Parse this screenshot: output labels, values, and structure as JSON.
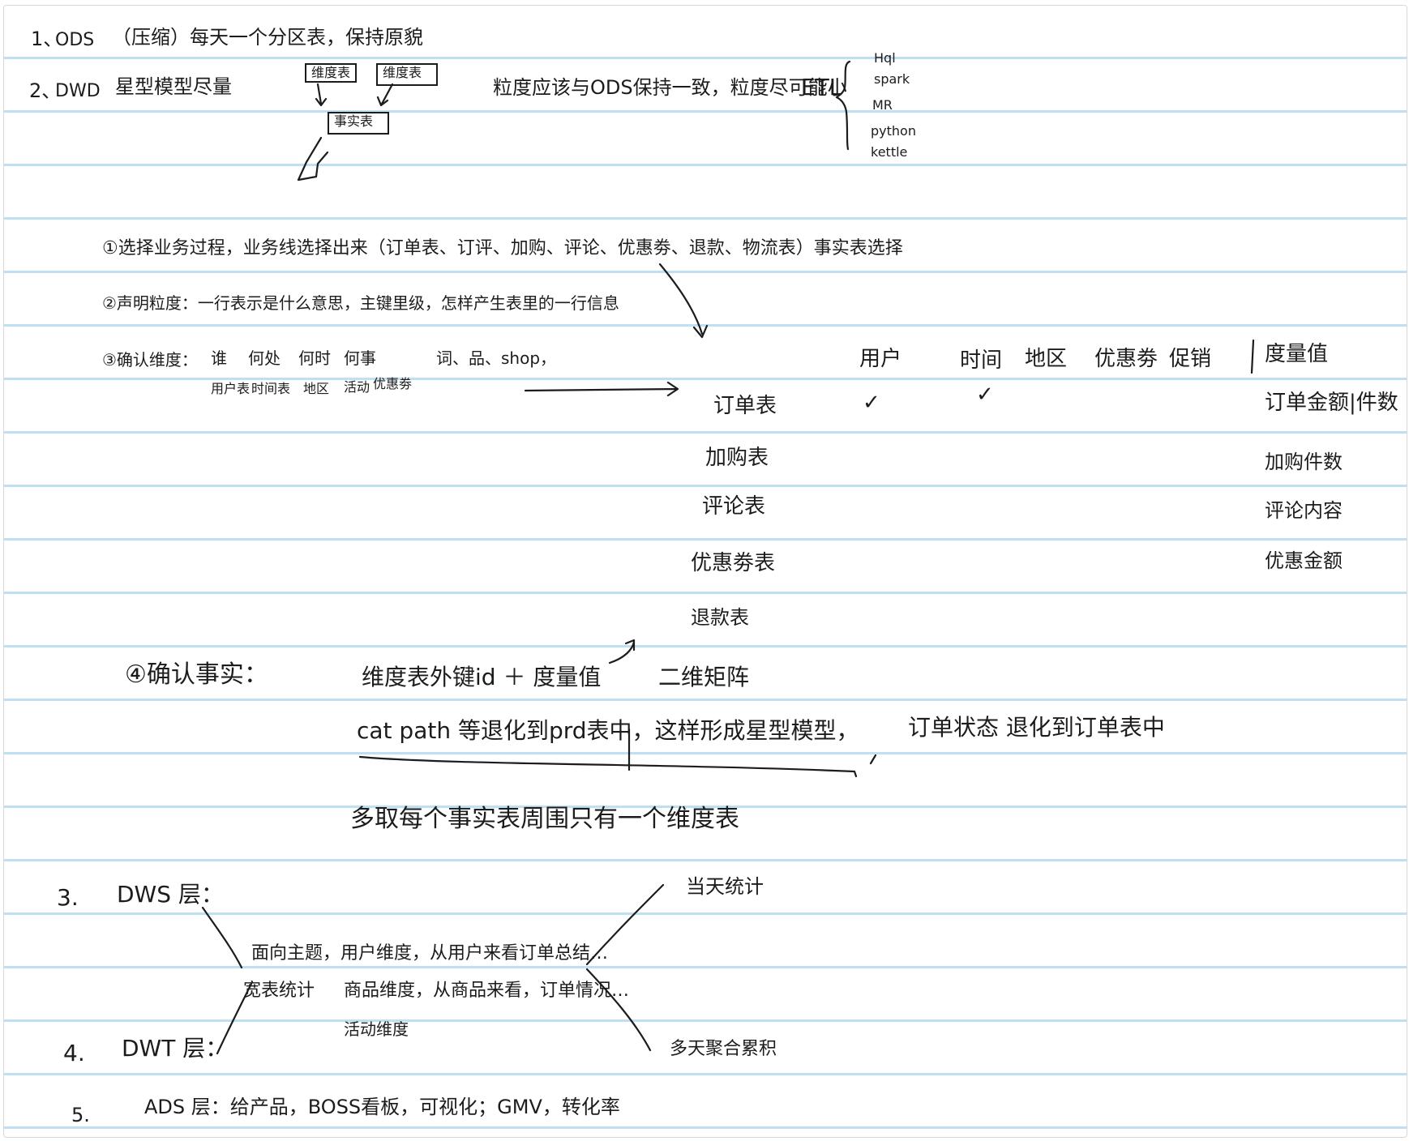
{
  "notes": {
    "ods": {
      "num": "1、",
      "label": "ODS",
      "text": "（压缩）每天一个分区表，保持原貌"
    },
    "dwd": {
      "num": "2、",
      "label": "DWD",
      "text": "星型模型尽量",
      "diagram": {
        "dim_left": "维度表",
        "dim_right": "维度表",
        "fact": "事实表"
      },
      "granularity": "粒度应该与ODS保持一致，粒度尽可能小",
      "etl": "ETL",
      "tools": [
        "Hql",
        "spark",
        "MR",
        "python",
        "kettle"
      ]
    },
    "steps": {
      "step1": "①选择业务过程，业务线选择出来（订单表、订评、加购、评论、优惠劵、退款、物流表）事实表选择",
      "step2": "②声明粒度：一行表示是什么意思，主键里级，怎样产生表里的一行信息",
      "step3_label": "③确认维度：",
      "step3_questions": [
        "谁",
        "何处",
        "何时",
        "何事"
      ],
      "step3_extra": "词、品、shop，",
      "step3_tables": [
        "用户表",
        "时间表",
        "地区",
        "活动",
        "优惠劵"
      ]
    },
    "matrix": {
      "dimension_headers": [
        "用户",
        "时间",
        "地区",
        "优惠劵",
        "促销"
      ],
      "measure_header": "度量值",
      "rows": [
        {
          "table": "订单表",
          "checks": [
            "✓",
            "✓"
          ],
          "measure": "订单金额|件数"
        },
        {
          "table": "加购表",
          "checks": [],
          "measure": "加购件数"
        },
        {
          "table": "评论表",
          "checks": [],
          "measure": "评论内容"
        },
        {
          "table": "优惠劵表",
          "checks": [],
          "measure": "优惠金额"
        },
        {
          "table": "退款表",
          "checks": [],
          "measure": ""
        }
      ]
    },
    "step4": {
      "label": "④确认事实：",
      "formula": "维度表外键id ＋ 度量值",
      "formula_result": "二维矩阵",
      "cat_path": "cat path 等退化到prd表中，这样形成星型模型，",
      "order_status": "订单状态 退化到订单表中",
      "summary": "多取每个事实表周围只有一个维度表"
    },
    "dws": {
      "num": "3.",
      "label": "DWS 层："
    },
    "dwt": {
      "num": "4.",
      "label": "DWT 层："
    },
    "wide": {
      "label": "宽表统计",
      "topic": "面向主题，用户维度，从用户来看订单总结…",
      "product": "商品维度，从商品来看，订单情况…",
      "activity": "活动维度",
      "daily": "当天统计",
      "multi_day": "多天聚合累积"
    },
    "ads": {
      "num": "5.",
      "text": "ADS 层：给产品，BOSS看板，可视化；GMV，转化率"
    }
  }
}
